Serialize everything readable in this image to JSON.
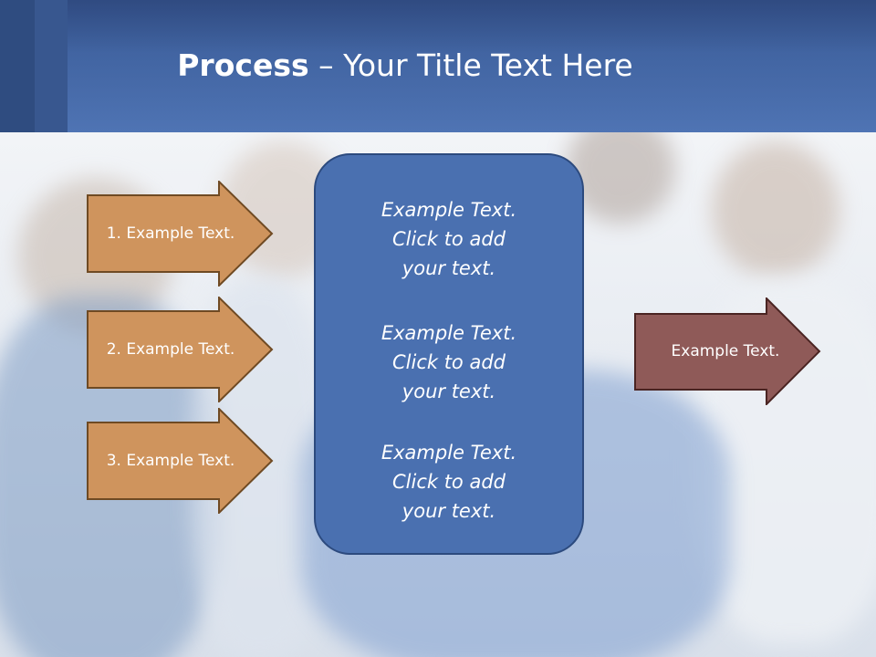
{
  "slide": {
    "title_bold": "Process",
    "title_rest": " – Your Title Text Here"
  },
  "left_arrows": [
    {
      "label": "1. Example Text."
    },
    {
      "label": "2. Example Text."
    },
    {
      "label": "3. Example Text."
    }
  ],
  "center_box": {
    "blocks": [
      {
        "line1": "Example Text.",
        "line2": "Click  to add",
        "line3": "your text."
      },
      {
        "line1": "Example Text.",
        "line2": "Click  to add",
        "line3": "your text."
      },
      {
        "line1": "Example Text.",
        "line2": "Click  to add",
        "line3": "your text."
      }
    ]
  },
  "right_arrow": {
    "label": "Example Text."
  },
  "colors": {
    "header": "#4f74b4",
    "left_arrow_fill": "#cf945d",
    "left_arrow_border": "#6f4a23",
    "center_box_fill": "#4a70b0",
    "right_arrow_fill": "#8f5a58",
    "right_arrow_border": "#4a2422"
  }
}
